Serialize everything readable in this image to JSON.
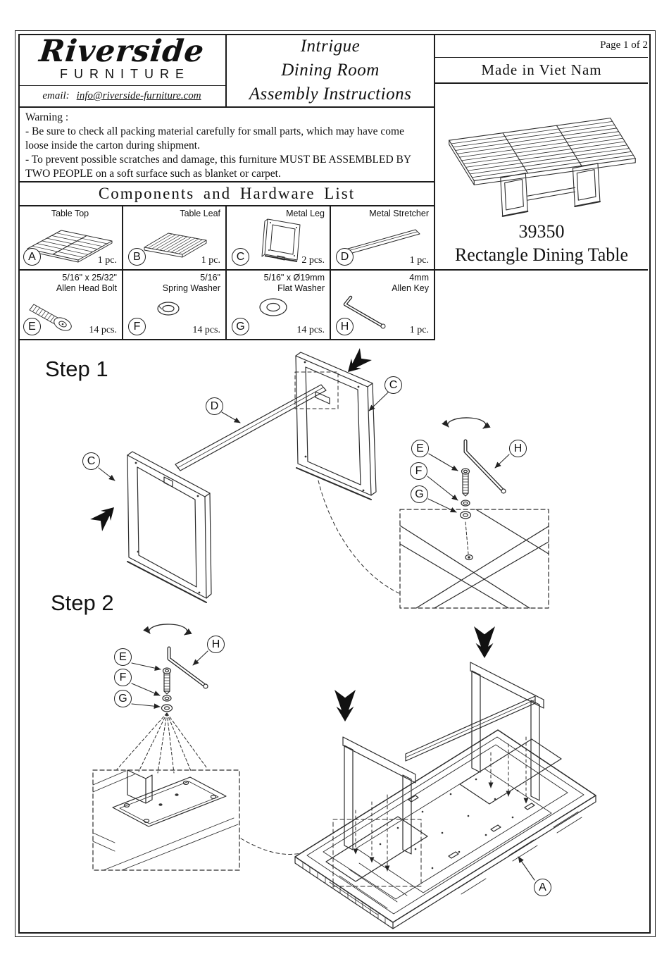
{
  "page": {
    "page_label": "Page 1 of 2",
    "made_in": "Made in Viet Nam"
  },
  "brand": {
    "logo_script": "Riverside",
    "logo_caps": "FURNITURE",
    "email_label": "email:",
    "email_address": "info@riverside-furniture.com"
  },
  "doc_title": {
    "line1": "Intrigue",
    "line2": "Dining Room",
    "line3": "Assembly Instructions"
  },
  "warning": {
    "heading": "Warning :",
    "line1": "- Be sure to check all packing material carefully for small parts, which may have come loose inside the carton during shipment.",
    "line2": "- To prevent possible scratches and damage, this furniture MUST BE ASSEMBLED BY TWO PEOPLE  on a soft surface such as  blanket or carpet."
  },
  "product": {
    "model": "39350",
    "name": "Rectangle Dining Table"
  },
  "components": {
    "heading": "Components and Hardware List",
    "items": [
      {
        "letter": "A",
        "name": "Table Top",
        "qty": "1 pc."
      },
      {
        "letter": "B",
        "name": "Table Leaf",
        "qty": "1 pc."
      },
      {
        "letter": "C",
        "name": "Metal Leg",
        "qty": "2 pcs."
      },
      {
        "letter": "D",
        "name": "Metal Stretcher",
        "qty": "1 pc."
      },
      {
        "letter": "E",
        "size": "5/16\" x 25/32\"",
        "name": "Allen Head Bolt",
        "qty": "14 pcs."
      },
      {
        "letter": "F",
        "size": "5/16\"",
        "name": "Spring Washer",
        "qty": "14 pcs."
      },
      {
        "letter": "G",
        "size": "5/16\" x Ø19mm",
        "name": "Flat Washer",
        "qty": "14 pcs."
      },
      {
        "letter": "H",
        "size": "4mm",
        "name": "Allen Key",
        "qty": "1 pc."
      }
    ]
  },
  "step1": {
    "label": "Step 1",
    "callout_c_top": "C",
    "callout_c_left": "C",
    "callout_d": "D",
    "callout_e": "E",
    "callout_f": "F",
    "callout_g": "G",
    "callout_h": "H"
  },
  "step2": {
    "label": "Step 2",
    "callout_e": "E",
    "callout_f": "F",
    "callout_g": "G",
    "callout_h": "H",
    "callout_a": "A"
  }
}
